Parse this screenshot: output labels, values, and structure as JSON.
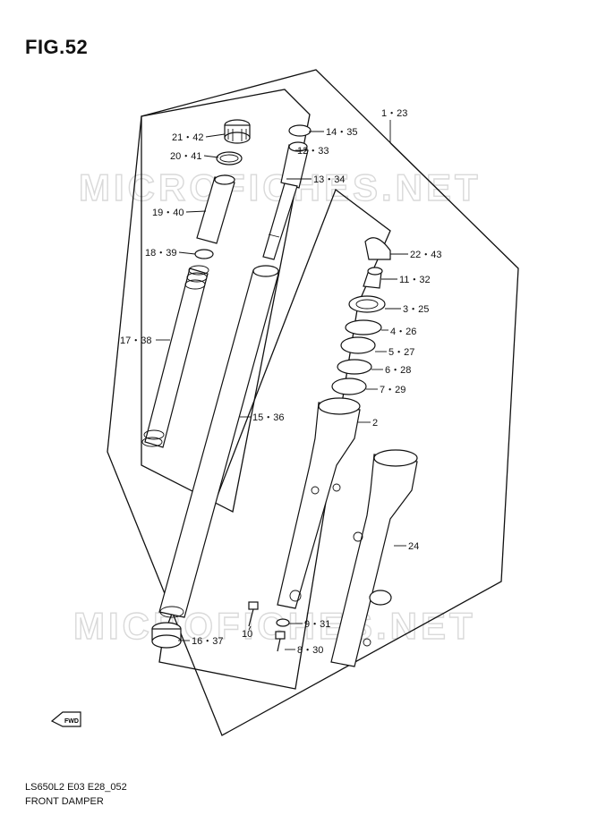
{
  "figure": {
    "title": "FIG.52",
    "footer_code": "LS650L2 E03 E28_052",
    "footer_title": "FRONT DAMPER"
  },
  "watermark": "MICROFICHES.NET",
  "fwd_label": "FWD",
  "callouts": {
    "c1_23": "1・23",
    "c2": "2",
    "c3_25": "3・25",
    "c4_26": "4・26",
    "c5_27": "5・27",
    "c6_28": "6・28",
    "c7_29": "7・29",
    "c8_30": "8・30",
    "c9_31": "9・31",
    "c10": "10",
    "c11_32": "11・32",
    "c12_33": "12・33",
    "c13_34": "13・34",
    "c14_35": "14・35",
    "c15_36": "15・36",
    "c16_37": "16・37",
    "c17_38": "17・38",
    "c18_39": "18・39",
    "c19_40": "19・40",
    "c20_41": "20・41",
    "c21_42": "21・42",
    "c22_43": "22・43",
    "c24": "24"
  }
}
